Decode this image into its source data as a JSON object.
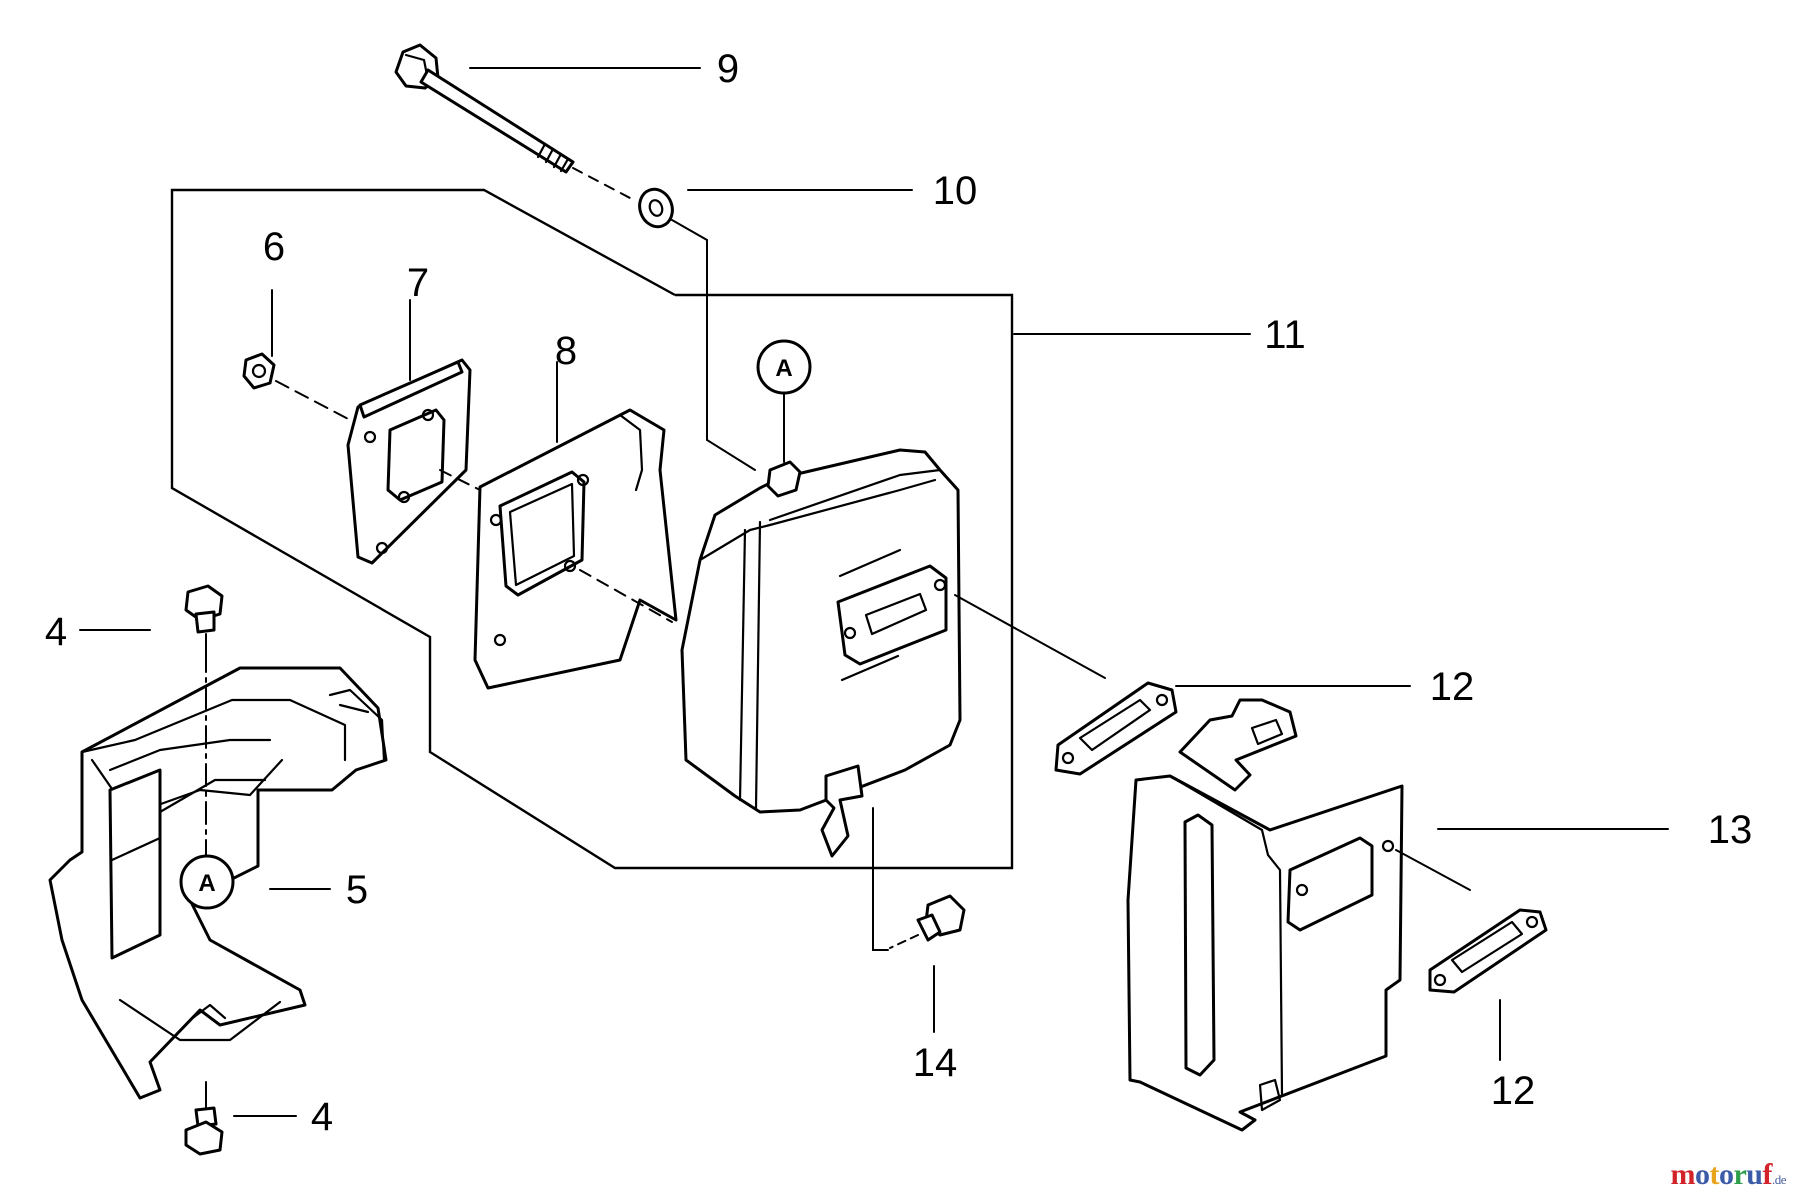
{
  "callouts": {
    "c9": "9",
    "c10": "10",
    "c6": "6",
    "c7": "7",
    "c8": "8",
    "c11": "11",
    "c4_top": "4",
    "c12_top": "12",
    "c13": "13",
    "c5": "5",
    "c14": "14",
    "c4_bottom": "4",
    "c12_bottom": "12"
  },
  "reference_marks": {
    "upper": "A",
    "lower": "A"
  },
  "watermark": {
    "letters": [
      "m",
      "o",
      "t",
      "o",
      "r",
      "u",
      "f"
    ],
    "letter_colors": [
      "#d2232a",
      "#3b5aa7",
      "#e8a41c",
      "#3b5aa7",
      "#2e9e4a",
      "#3b5aa7",
      "#d2232a"
    ],
    "tld": ".de"
  },
  "colors": {
    "line": "#000000",
    "background": "#ffffff"
  }
}
